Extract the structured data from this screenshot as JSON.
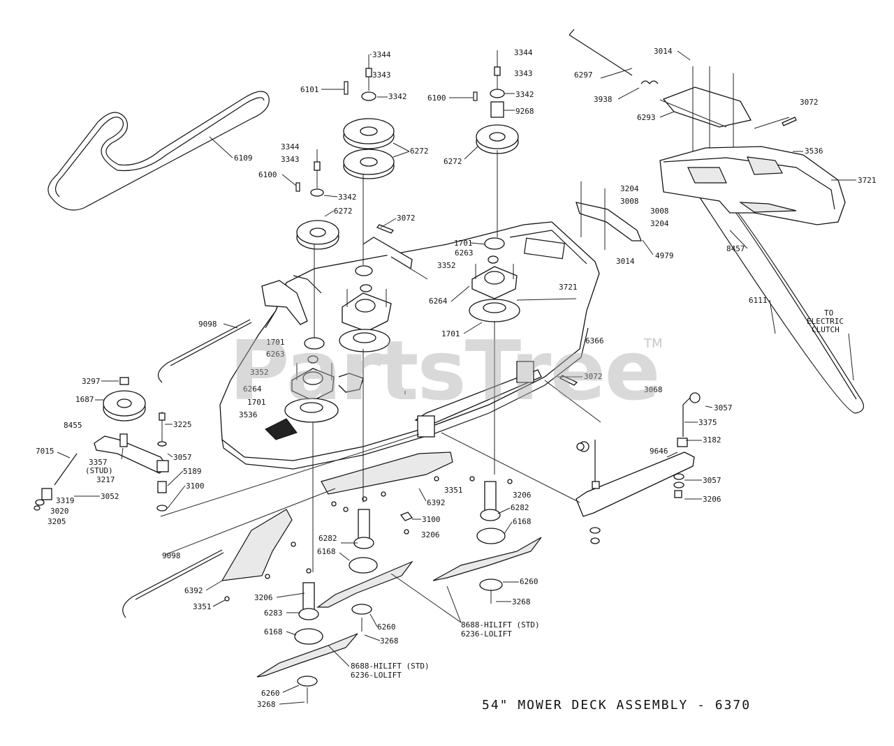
{
  "title": "54\" MOWER DECK ASSEMBLY - 6370",
  "watermark": "PartsTree",
  "watermark_tm": "TM",
  "parts": [
    {
      "id": "3344a",
      "label": "3344"
    },
    {
      "id": "3343a",
      "label": "3343"
    },
    {
      "id": "3342a",
      "label": "3342"
    },
    {
      "id": "6101",
      "label": "6101"
    },
    {
      "id": "6272a",
      "label": "6272"
    },
    {
      "id": "3344b",
      "label": "3344"
    },
    {
      "id": "3343b",
      "label": "3343"
    },
    {
      "id": "3342b",
      "label": "3342"
    },
    {
      "id": "6100a",
      "label": "6100"
    },
    {
      "id": "9268",
      "label": "9268"
    },
    {
      "id": "6272b",
      "label": "6272"
    },
    {
      "id": "6109",
      "label": "6109"
    },
    {
      "id": "3344c",
      "label": "3344"
    },
    {
      "id": "3343c",
      "label": "3343"
    },
    {
      "id": "6100b",
      "label": "6100"
    },
    {
      "id": "3342c",
      "label": "3342"
    },
    {
      "id": "6272c",
      "label": "6272"
    },
    {
      "id": "3072a",
      "label": "3072"
    },
    {
      "id": "1701a",
      "label": "1701"
    },
    {
      "id": "6263a",
      "label": "6263"
    },
    {
      "id": "3352a",
      "label": "3352"
    },
    {
      "id": "3721a",
      "label": "3721"
    },
    {
      "id": "6264a",
      "label": "6264"
    },
    {
      "id": "1701b",
      "label": "1701"
    },
    {
      "id": "6366",
      "label": "6366"
    },
    {
      "id": "6297",
      "label": "6297"
    },
    {
      "id": "3014a",
      "label": "3014"
    },
    {
      "id": "3938",
      "label": "3938"
    },
    {
      "id": "6293",
      "label": "6293"
    },
    {
      "id": "3072b",
      "label": "3072"
    },
    {
      "id": "3536a",
      "label": "3536"
    },
    {
      "id": "3721b",
      "label": "3721"
    },
    {
      "id": "3204a",
      "label": "3204"
    },
    {
      "id": "3008a",
      "label": "3008"
    },
    {
      "id": "3008b",
      "label": "3008"
    },
    {
      "id": "3204b",
      "label": "3204"
    },
    {
      "id": "8457",
      "label": "8457"
    },
    {
      "id": "3014b",
      "label": "3014"
    },
    {
      "id": "4979",
      "label": "4979"
    },
    {
      "id": "6111",
      "label": "6111"
    },
    {
      "id": "clutch",
      "label": "TO\nELECTRIC\nCLUTCH"
    },
    {
      "id": "9098a",
      "label": "9098"
    },
    {
      "id": "1701c",
      "label": "1701"
    },
    {
      "id": "6263b",
      "label": "6263"
    },
    {
      "id": "3352b",
      "label": "3352"
    },
    {
      "id": "6264b",
      "label": "6264"
    },
    {
      "id": "1701d",
      "label": "1701"
    },
    {
      "id": "3536b",
      "label": "3536"
    },
    {
      "id": "3297",
      "label": "3297"
    },
    {
      "id": "1687",
      "label": "1687"
    },
    {
      "id": "3225",
      "label": "3225"
    },
    {
      "id": "8455",
      "label": "8455"
    },
    {
      "id": "3057a",
      "label": "3057"
    },
    {
      "id": "3357",
      "label": "3357\n(STUD)"
    },
    {
      "id": "7015",
      "label": "7015"
    },
    {
      "id": "3217",
      "label": "3217"
    },
    {
      "id": "5189",
      "label": "5189"
    },
    {
      "id": "3052",
      "label": "3052"
    },
    {
      "id": "3100a",
      "label": "3100"
    },
    {
      "id": "3319",
      "label": "3319"
    },
    {
      "id": "3020",
      "label": "3020"
    },
    {
      "id": "3205",
      "label": "3205"
    },
    {
      "id": "3072c",
      "label": "3072"
    },
    {
      "id": "3068",
      "label": "3068"
    },
    {
      "id": "3057b",
      "label": "3057"
    },
    {
      "id": "3375",
      "label": "3375"
    },
    {
      "id": "3182",
      "label": "3182"
    },
    {
      "id": "9646",
      "label": "9646"
    },
    {
      "id": "3057c",
      "label": "3057"
    },
    {
      "id": "3206a",
      "label": "3206"
    },
    {
      "id": "3351a",
      "label": "3351"
    },
    {
      "id": "3206b",
      "label": "3206"
    },
    {
      "id": "6392a",
      "label": "6392"
    },
    {
      "id": "6282a",
      "label": "6282"
    },
    {
      "id": "6168a",
      "label": "6168"
    },
    {
      "id": "3100b",
      "label": "3100"
    },
    {
      "id": "3206c",
      "label": "3206"
    },
    {
      "id": "6282b",
      "label": "6282"
    },
    {
      "id": "6168b",
      "label": "6168"
    },
    {
      "id": "6260a",
      "label": "6260"
    },
    {
      "id": "3268a",
      "label": "3268"
    },
    {
      "id": "9098b",
      "label": "9098"
    },
    {
      "id": "6392b",
      "label": "6392"
    },
    {
      "id": "3351b",
      "label": "3351"
    },
    {
      "id": "3206d",
      "label": "3206"
    },
    {
      "id": "6283",
      "label": "6283"
    },
    {
      "id": "6260b",
      "label": "6260"
    },
    {
      "id": "3268b",
      "label": "3268"
    },
    {
      "id": "8688a",
      "label": "8688-HILIFT (STD)\n6236-LOLIFT"
    },
    {
      "id": "6168c",
      "label": "6168"
    },
    {
      "id": "8688b",
      "label": "8688-HILIFT (STD)\n6236-LOLIFT"
    },
    {
      "id": "6260c",
      "label": "6260"
    },
    {
      "id": "3268c",
      "label": "3268"
    }
  ]
}
